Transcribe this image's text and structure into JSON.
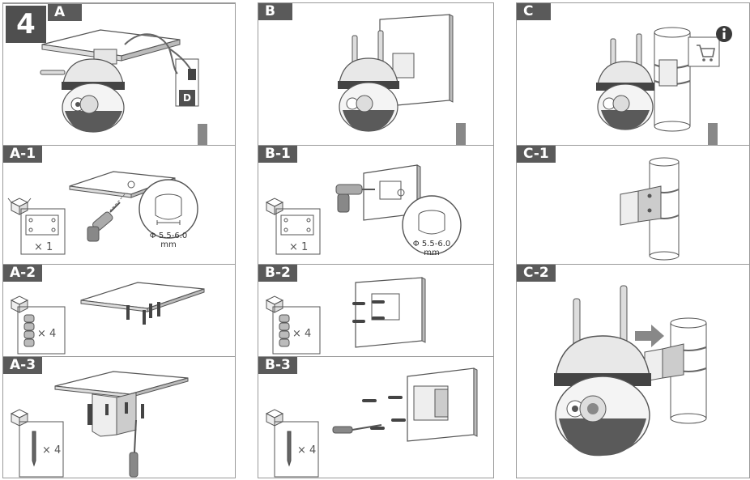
{
  "step_number": "4",
  "column_a": {
    "label": "A",
    "cable_connector_label": "D",
    "steps": [
      {
        "label": "A-1",
        "kit_quantity": "× 1",
        "hole_size": "Φ 5.5-6.0",
        "hole_unit": "mm"
      },
      {
        "label": "A-2",
        "kit_quantity": "× 4"
      },
      {
        "label": "A-3",
        "kit_quantity": "× 4"
      }
    ]
  },
  "column_b": {
    "label": "B",
    "steps": [
      {
        "label": "B-1",
        "kit_quantity": "× 1",
        "hole_size": "Φ 5.5-6.0",
        "hole_unit": "mm"
      },
      {
        "label": "B-2",
        "kit_quantity": "× 4"
      },
      {
        "label": "B-3",
        "kit_quantity": "× 4"
      }
    ]
  },
  "column_c": {
    "label": "C",
    "steps": [
      {
        "label": "C-1"
      },
      {
        "label": "C-2"
      }
    ]
  },
  "icons": [
    "cart-icon",
    "info-icon",
    "box-icon",
    "drill-icon",
    "screwdriver-icon",
    "arrow-down-icon",
    "arrow-right-icon"
  ]
}
